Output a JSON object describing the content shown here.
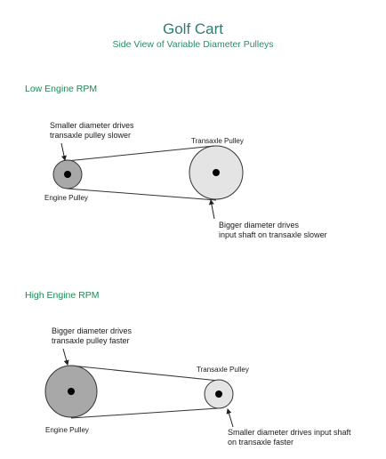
{
  "title": "Golf Cart",
  "subtitle": "Side View of Variable Diameter Pulleys",
  "colors": {
    "title": "#2e7d73",
    "subtitle": "#2e8a66",
    "heading": "#1c8a55",
    "engine_pulley_fill": "#a8a8a8",
    "transaxle_pulley_fill": "#e4e4e4",
    "belt": "#333333"
  },
  "low_rpm": {
    "heading": "Low Engine RPM",
    "top_note": [
      "Smaller diameter drives",
      "transaxle pulley slower"
    ],
    "engine_label": "Engine Pulley",
    "transaxle_label": "Transaxle Pulley",
    "bottom_note": [
      "Bigger diameter drives",
      "input shaft on transaxle slower"
    ]
  },
  "high_rpm": {
    "heading": "High Engine RPM",
    "top_note": [
      "Bigger diameter drives",
      "transaxle pulley faster"
    ],
    "engine_label": "Engine Pulley",
    "transaxle_label": "Transaxle Pulley",
    "bottom_note": [
      "Smaller diameter drives input shaft",
      "on transaxle faster"
    ]
  }
}
